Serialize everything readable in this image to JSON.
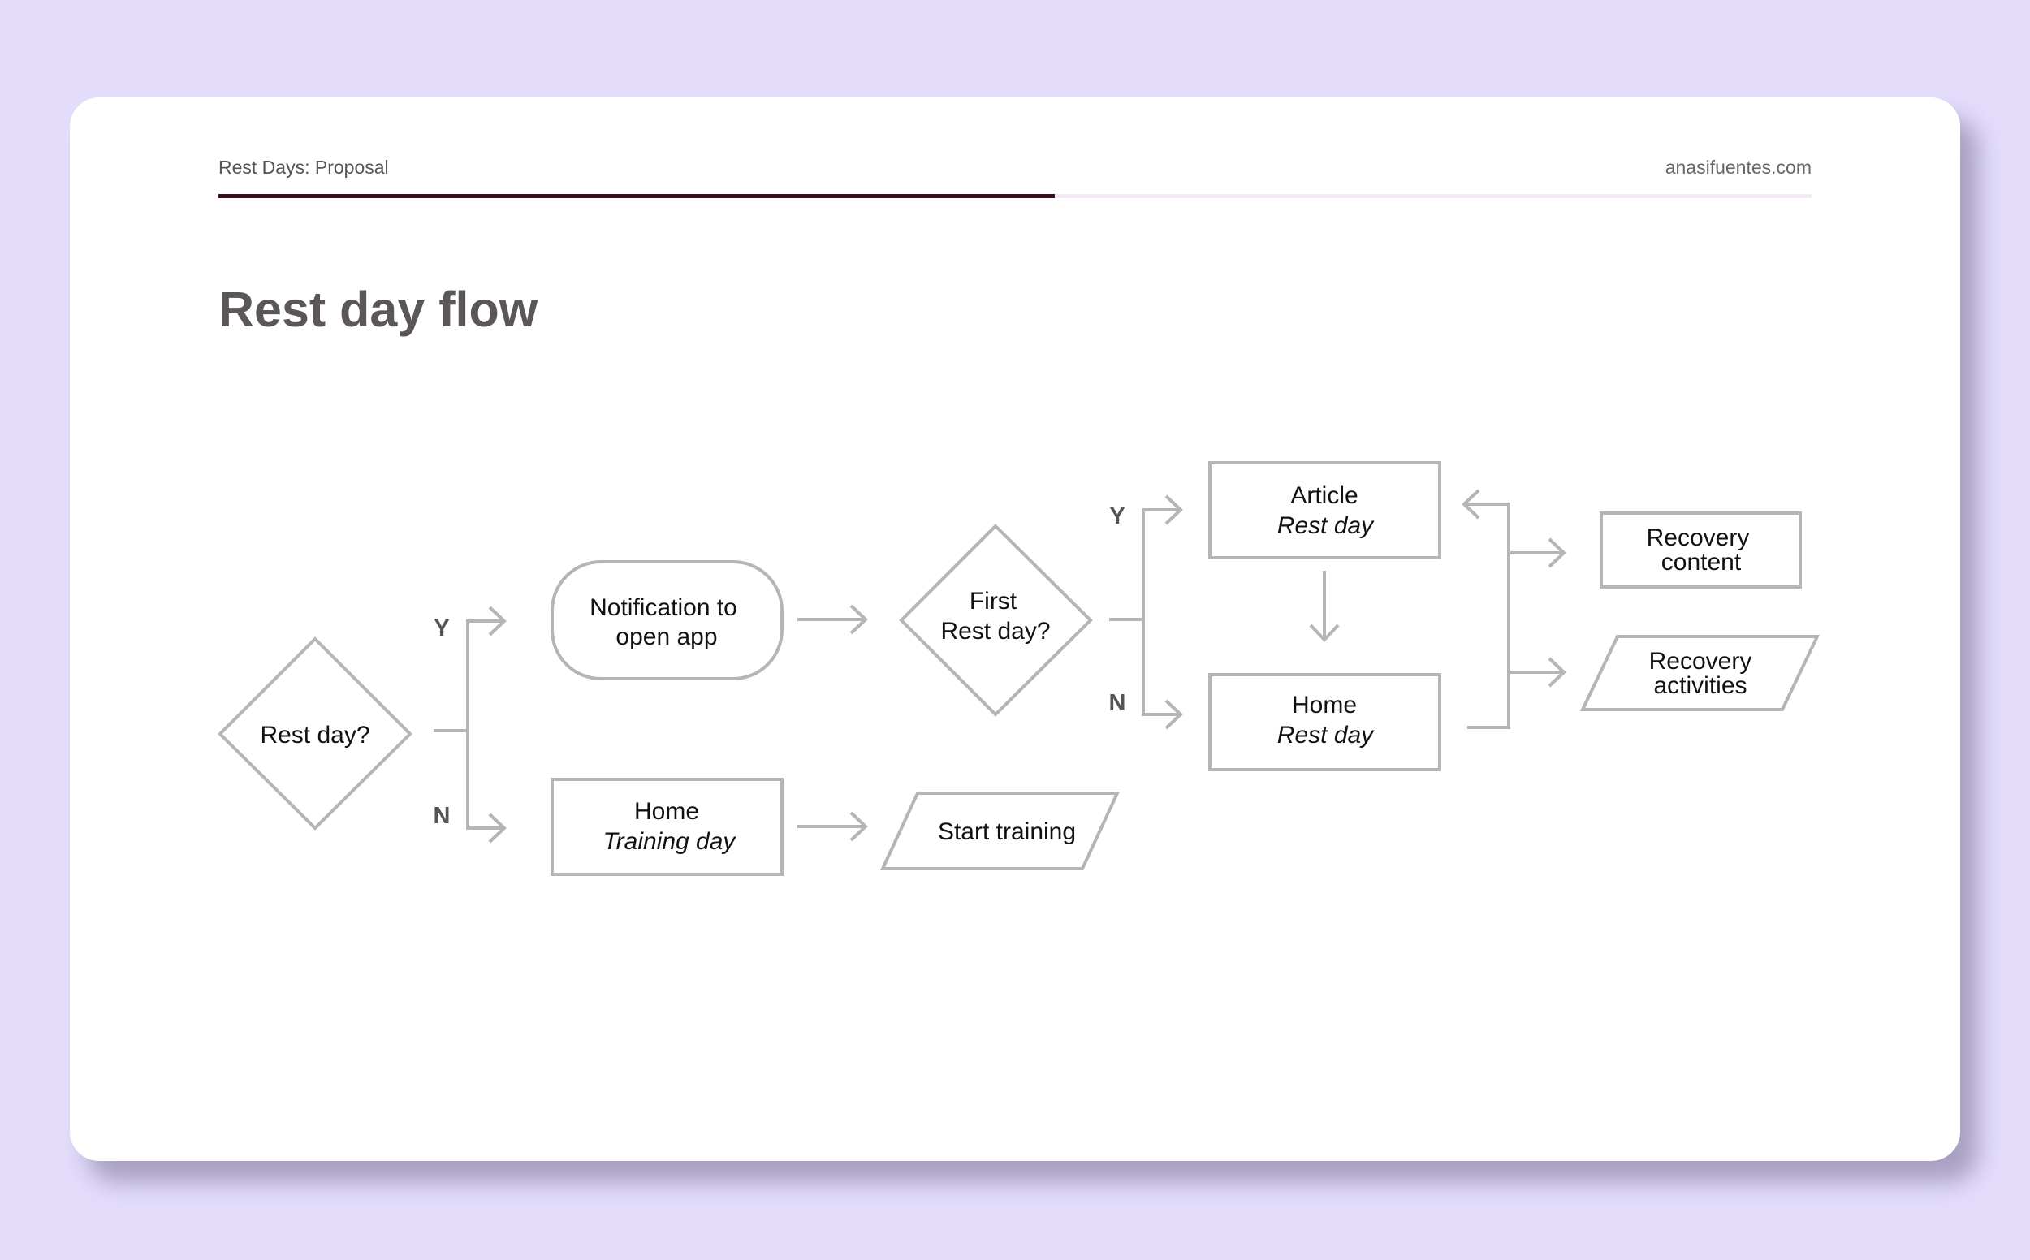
{
  "header": {
    "left": "Rest Days: Proposal",
    "right": "anasifuentes.com",
    "progress": 0.525
  },
  "title": "Rest day flow",
  "flow": {
    "rest_day": "Rest day?",
    "notification_1": "Notification to",
    "notification_2": "open app",
    "home_training_1": "Home",
    "home_training_2": "Training day",
    "first_rest_1": "First",
    "first_rest_2": "Rest day?",
    "start_training": "Start training",
    "article_1": "Article",
    "article_2": "Rest day",
    "home_rest_1": "Home",
    "home_rest_2": "Rest day",
    "recovery_content_1": "Recovery",
    "recovery_content_2": "content",
    "recovery_activities_1": "Recovery",
    "recovery_activities_2": "activities",
    "yes": "Y",
    "no": "N"
  }
}
